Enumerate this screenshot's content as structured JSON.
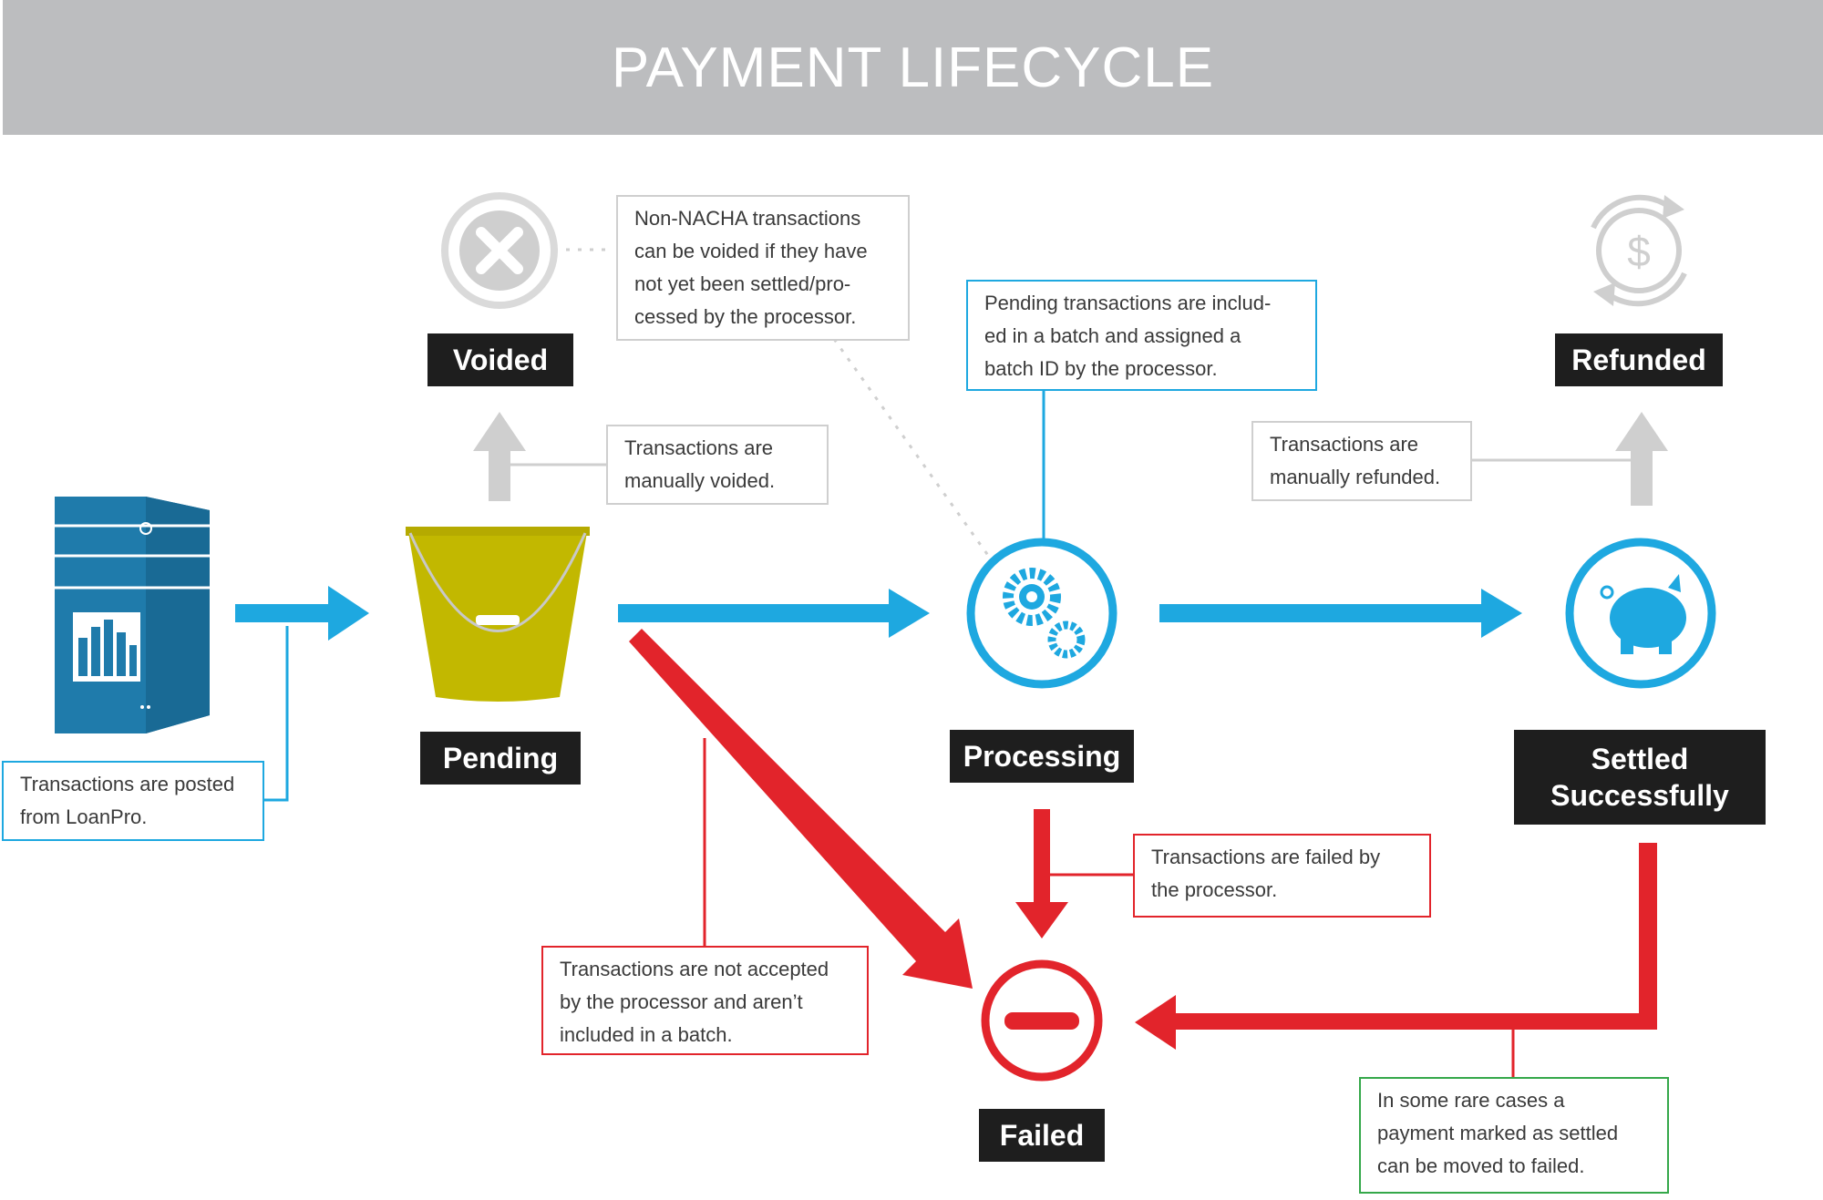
{
  "title": "PAYMENT LIFECYCLE",
  "colors": {
    "header_bg": "#bcbdbf",
    "flow_blue": "#1ea8e0",
    "fail_red": "#e2242b",
    "bucket": "#c2b800",
    "server": "#1f7bab",
    "gray": "#cfcfcf",
    "label_bg": "#1e1e1e"
  },
  "icons": {
    "server": "server-icon",
    "bucket": "bucket-icon",
    "gears": "gears-icon",
    "piggy": "piggy-bank-icon",
    "voided": "x-circle-icon",
    "refunded": "refund-dollar-icon",
    "failed": "minus-circle-icon"
  },
  "nodes": {
    "voided": "Voided",
    "pending": "Pending",
    "processing": "Processing",
    "refunded": "Refunded",
    "settled_line1": "Settled",
    "settled_line2": "Successfully",
    "failed": "Failed"
  },
  "notes": {
    "posted": [
      "Transactions are posted",
      "from LoanPro."
    ],
    "non_nacha": [
      "Non-NACHA transactions",
      "can be voided if they have",
      "not yet been settled/pro-",
      "cessed by the processor."
    ],
    "voided_manually": [
      "Transactions are",
      "manually voided."
    ],
    "batch": [
      "Pending transactions are includ-",
      "ed in a batch and assigned a",
      "batch ID by the processor."
    ],
    "refunded_manually": [
      "Transactions are",
      "manually refunded."
    ],
    "failed_by_processor": [
      "Transactions are failed by",
      "the processor."
    ],
    "not_accepted": [
      "Transactions are not accepted",
      "by the processor and aren’t",
      "included in a batch."
    ],
    "rare_cases": [
      "In some rare cases a",
      "payment marked as settled",
      "can be moved to failed."
    ]
  }
}
